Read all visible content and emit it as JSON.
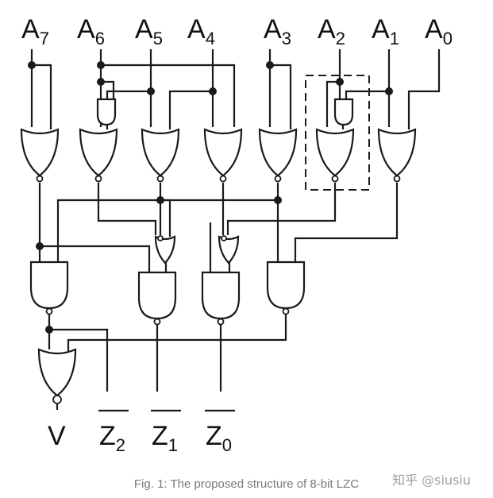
{
  "inputs": [
    {
      "letter": "A",
      "index": "7"
    },
    {
      "letter": "A",
      "index": "6"
    },
    {
      "letter": "A",
      "index": "5"
    },
    {
      "letter": "A",
      "index": "4"
    },
    {
      "letter": "A",
      "index": "3"
    },
    {
      "letter": "A",
      "index": "2"
    },
    {
      "letter": "A",
      "index": "1"
    },
    {
      "letter": "A",
      "index": "0"
    }
  ],
  "outputs": [
    {
      "letter": "V",
      "index": "",
      "overline": false
    },
    {
      "letter": "Z",
      "index": "2",
      "overline": true
    },
    {
      "letter": "Z",
      "index": "1",
      "overline": true
    },
    {
      "letter": "Z",
      "index": "0",
      "overline": true
    }
  ],
  "caption": "Fig. 1: The proposed structure of 8-bit LZC",
  "watermark": "知乎 @siusiu"
}
